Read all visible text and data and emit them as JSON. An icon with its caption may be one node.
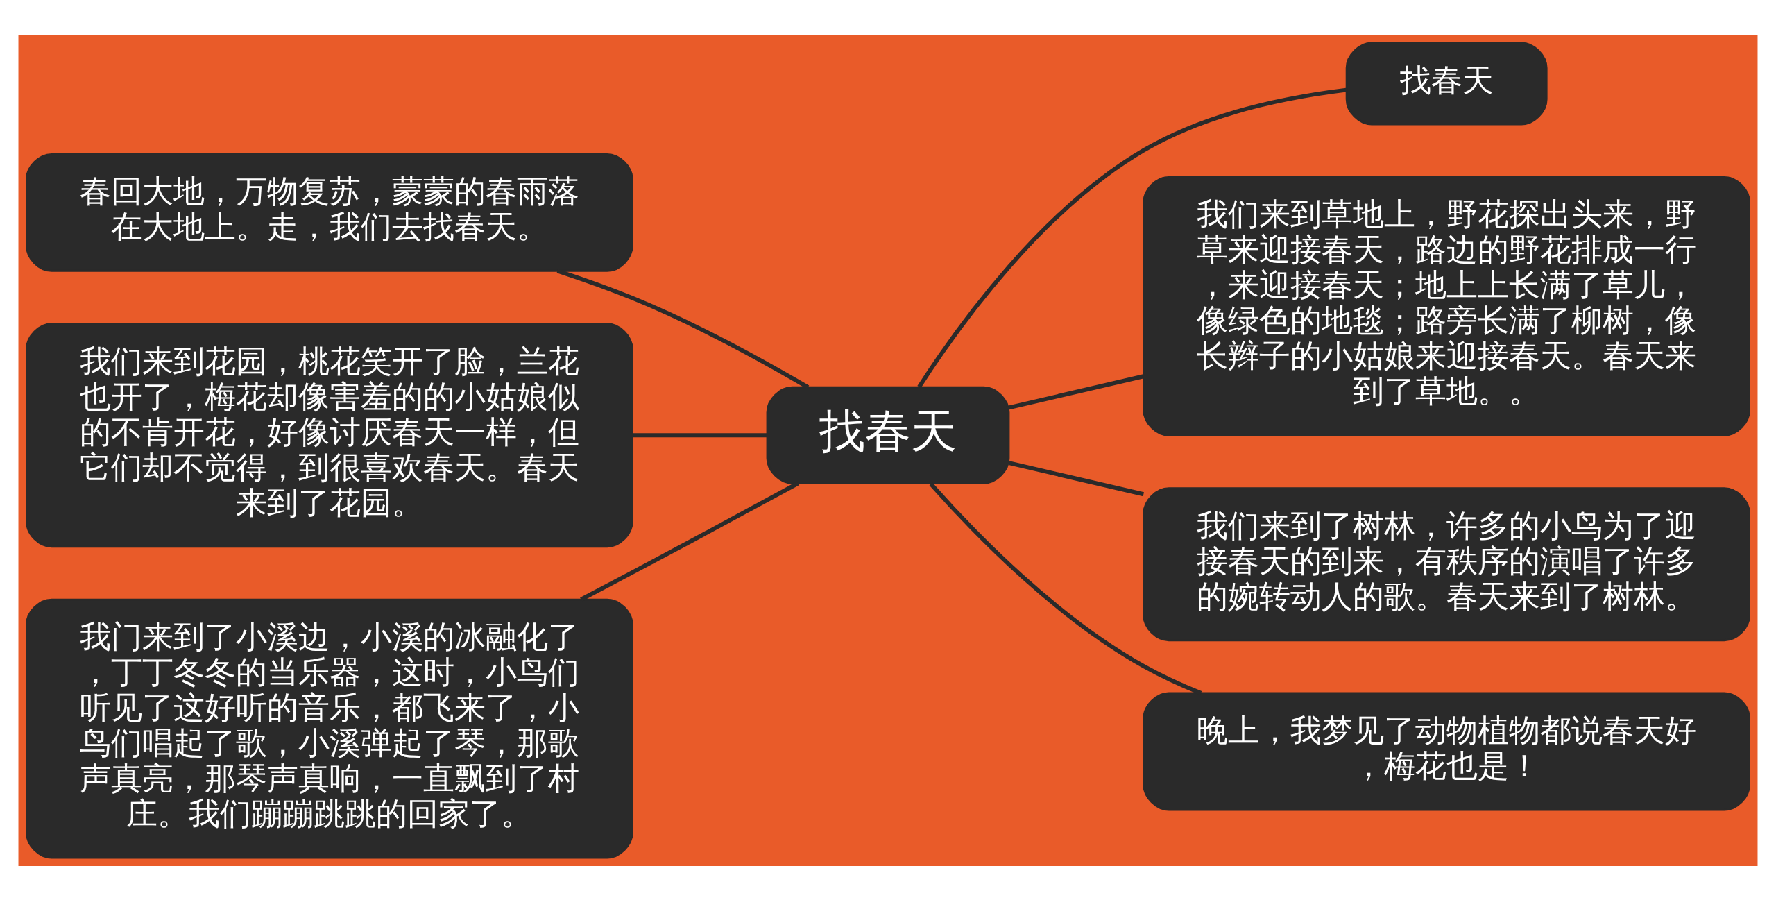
{
  "diagram": {
    "nodes": [
      {
        "text": [
          "找春天"
        ]
      },
      {
        "text": [
          "春回大地，万物复苏，蒙蒙的春雨落在大地上。走，我们去找春天。"
        ]
      },
      {
        "text": [
          "我们来到花园，桃花笑开了脸，兰花也开了，梅花却像害羞的的小姑娘似的不肯开花，好像讨厌春天一样，但它们却不觉得，到很喜欢春天。春天来到了花园。"
        ]
      },
      {
        "text": [
          "我门来到了小溪边，小溪的冰融化了，丁丁冬冬的当乐器，这时，小鸟们听见了这好听的音乐，都飞来了，小鸟们唱起了歌，小溪弹起了琴，那歌声真亮，那琴声真响，一直飘到了村庄。我们蹦蹦跳跳的回家了。"
        ]
      },
      {
        "text": [
          "找春天"
        ]
      },
      {
        "text": [
          "我们来到草地上，野花探出头来，野草来迎接春天，路边的野花排成一行，来迎接春天；地上上长满了草儿，像绿色的地毯；路旁长满了柳树，像长辫子的小姑娘来迎接春天。春天来到了草地。。"
        ]
      },
      {
        "text": [
          "我们来到了树林，许多的小鸟为了迎接春天的到来，有秩序的演唱了许多的婉转动人的歌。春天来到了树林。"
        ]
      },
      {
        "text": [
          "晚上，我梦见了动物植物都说春天好，梅花也是！"
        ]
      }
    ],
    "edges": [
      {
        "from": 1,
        "to": 0,
        "arrow": "none"
      },
      {
        "from": 2,
        "to": 0,
        "arrow": "none"
      },
      {
        "from": 3,
        "to": 0,
        "arrow": "none"
      },
      {
        "from": 0,
        "to": 4,
        "arrow": "none"
      },
      {
        "from": 0,
        "to": 5,
        "arrow": "none"
      },
      {
        "from": 0,
        "to": 6,
        "arrow": "none"
      },
      {
        "from": 0,
        "to": 7,
        "arrow": "none"
      }
    ]
  }
}
